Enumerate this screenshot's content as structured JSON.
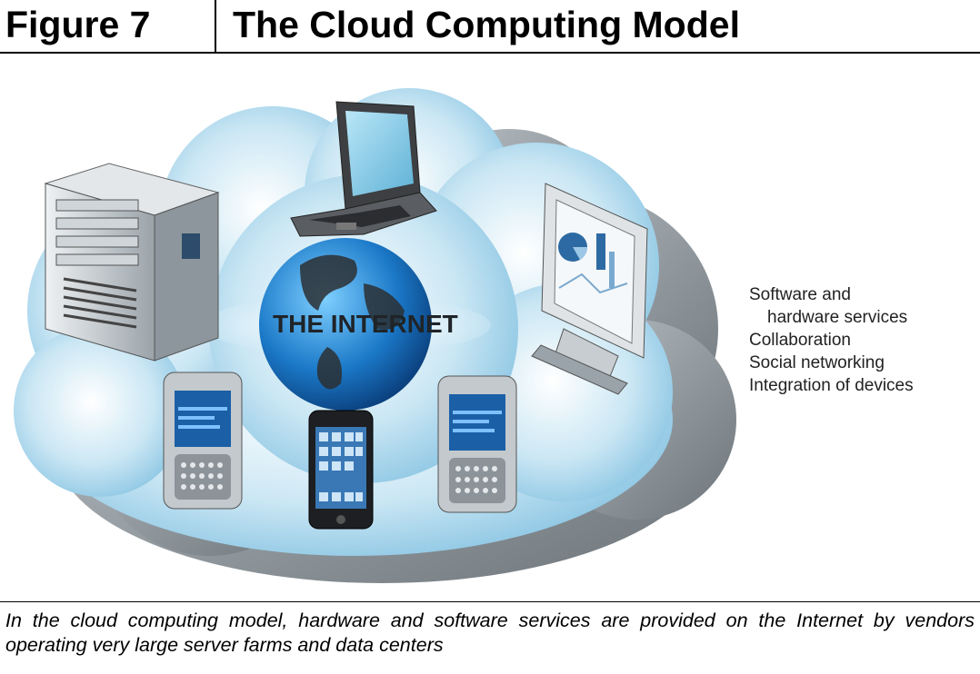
{
  "header": {
    "figure_number": "Figure 7",
    "title": "The Cloud Computing Model"
  },
  "diagram": {
    "center_label": "THE INTERNET",
    "nodes": [
      "server-tower",
      "laptop",
      "desktop-monitor",
      "pda-left",
      "smartphone",
      "pda-right"
    ]
  },
  "services": {
    "items": [
      "Software and",
      "hardware services",
      "Collaboration",
      "Social networking",
      "Integration of devices"
    ]
  },
  "caption": "In the cloud computing model, hardware and software services are provided on the Internet by vendors operating very large server farms and data centers"
}
